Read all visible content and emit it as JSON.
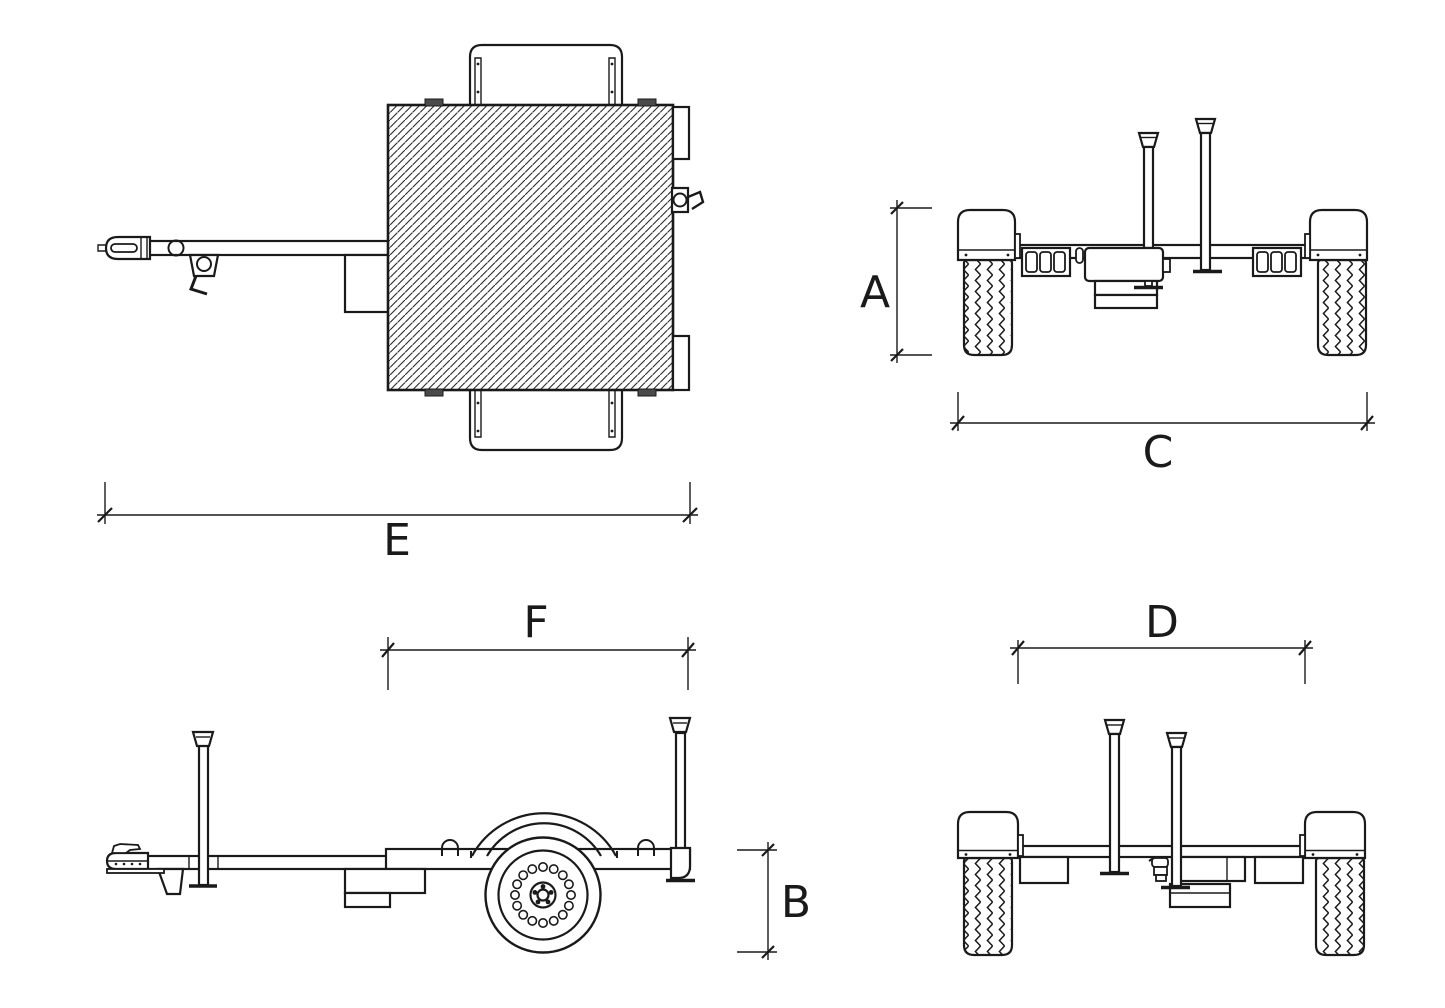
{
  "drawing": {
    "type": "technical-drawing",
    "subject": "flatbed trailer orthographic projection with dimension callouts",
    "colors": {
      "background": "#ffffff",
      "line": "#1a1a1a",
      "tab_fill": "#4a4a4a"
    },
    "dimension_labels": {
      "a": "A",
      "b": "B",
      "c": "C",
      "d": "D",
      "e": "E",
      "f": "F"
    }
  }
}
